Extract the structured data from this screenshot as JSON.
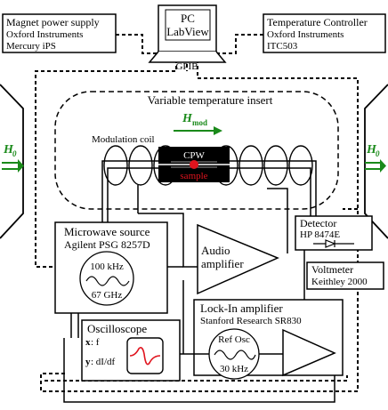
{
  "magnet": {
    "line1": "Magnet power supply",
    "line2": "Oxford Instruments",
    "line3": "Mercury iPS"
  },
  "pc": {
    "line1": "PC",
    "line2": "LabView"
  },
  "temperature": {
    "line1": "Temperature Controller",
    "line2": "Oxford Instruments",
    "line3": "ITC503"
  },
  "gpib_label": "GPIB",
  "vti_label": "Variable temperature insert",
  "hmod_label": "H",
  "hmod_sub": "mod",
  "coil_label": "Modulation coil",
  "cpw_label": "CPW",
  "sample_label": "sample",
  "h0_label": "H",
  "h0_sub": "0",
  "microwave": {
    "line1": "Microwave source",
    "line2": "Agilent PSG 8257D",
    "freq1": "100 kHz",
    "freq2": "67 GHz"
  },
  "audio_amp": {
    "line1": "Audio",
    "line2": "amplifier"
  },
  "detector": {
    "line1": "Detector",
    "line2": "HP 8474E"
  },
  "voltmeter": {
    "line1": "Voltmeter",
    "line2": "Keithley 2000"
  },
  "oscilloscope": {
    "title": "Oscilloscope",
    "x_key": "x",
    "x_val": ": f",
    "y_key": "y",
    "y_val": ": dI/df"
  },
  "lockin": {
    "line1": "Lock-In amplifier",
    "line2": "Stanford Research SR830",
    "ref_label": "Ref Osc",
    "ref_freq": "30 kHz"
  },
  "colors": {
    "field_arrow": "#1a8a1a",
    "sample": "#e0141e",
    "sample_text": "#e0141e",
    "osc_trace": "#e0141e"
  }
}
